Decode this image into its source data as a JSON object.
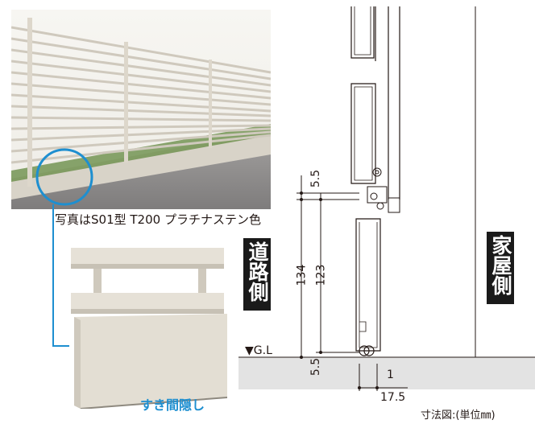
{
  "photo_caption": "写真はS01型 T200 プラチナステン色",
  "detail_label": "すき間隠し",
  "road_side_label": "道路側",
  "house_side_label": "家屋側",
  "ground_line_label": "▼G.L",
  "dimensions": {
    "top_gap": "5.5",
    "overall_height": "134",
    "panel_height": "123",
    "bottom_gap": "5.5",
    "thickness": "1",
    "depth": "17.5"
  },
  "unit_note": "寸法図:(単位㎜)",
  "colors": {
    "callout_blue": "#1e8fd0",
    "label_black": "#1a1a1a",
    "ground_gray": "#e3e3e3",
    "fence_beige": "#e6e1d7"
  }
}
